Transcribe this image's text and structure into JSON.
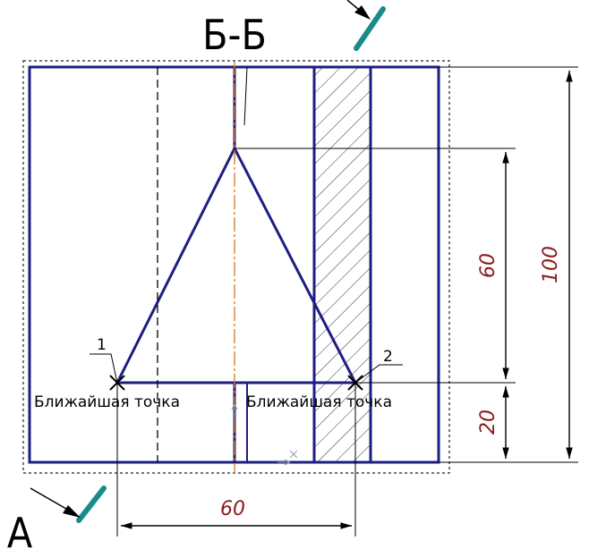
{
  "section_label": "Б-Б",
  "view_label": "А",
  "points": [
    {
      "number": "1",
      "label": "Ближайшая точка"
    },
    {
      "number": "2",
      "label": "Ближайшая точка"
    }
  ],
  "dimensions": {
    "overall_height": "100",
    "triangle_height": "60",
    "base_offset": "20",
    "triangle_base": "60"
  },
  "colors": {
    "outline": "#1e1e82",
    "dimension_text": "#8b1a1a",
    "center_line": "#d07a20",
    "section_arrow": "#1a8a8a",
    "dimension_line": "#000000"
  }
}
